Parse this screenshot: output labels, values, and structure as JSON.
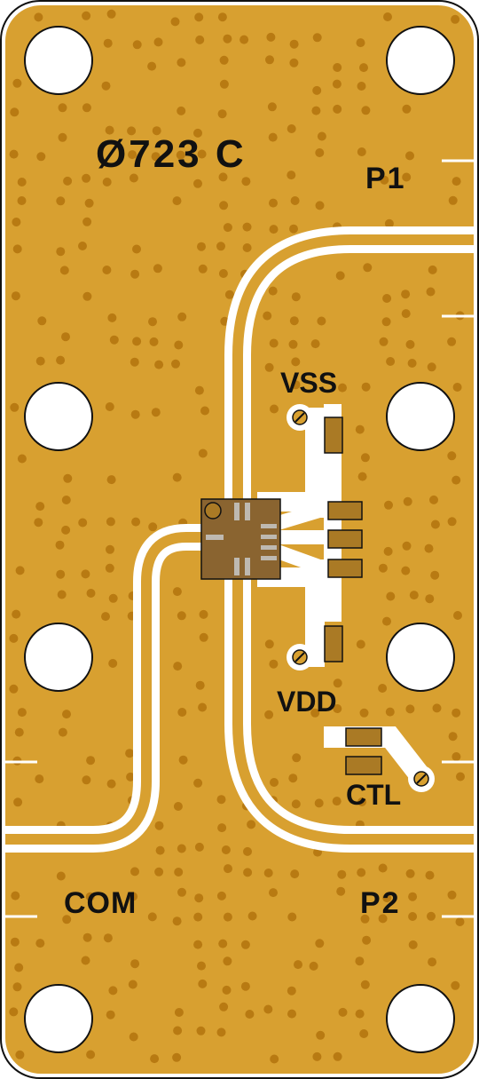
{
  "board": {
    "part_number": "Ø723 C",
    "labels": {
      "p1": "P1",
      "p2": "P2",
      "com": "COM",
      "vss": "VSS",
      "vdd": "VDD",
      "ctl": "CTL"
    }
  },
  "colors": {
    "copper": "#d8a030",
    "trace": "#ffffff",
    "via": "#b87a12",
    "chip": "#8a6430",
    "component": "#aa7a25",
    "silkscreen": "#111111"
  }
}
